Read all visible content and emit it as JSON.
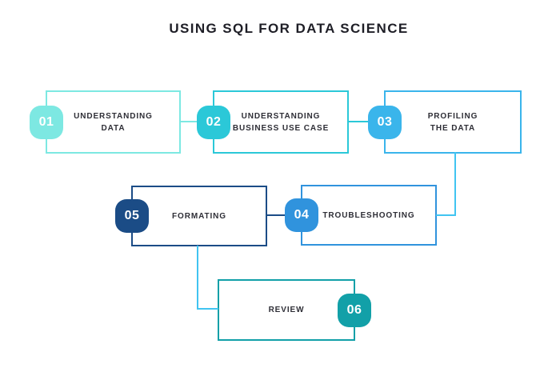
{
  "title": "USING SQL FOR DATA SCIENCE",
  "steps": [
    {
      "number": "01",
      "label": "UNDERSTANDING\nDATA",
      "color": "#7de8e2"
    },
    {
      "number": "02",
      "label": "UNDERSTANDING\nBUSINESS USE CASE",
      "color": "#2bc8d8"
    },
    {
      "number": "03",
      "label": "PROFILING\nTHE DATA",
      "color": "#3ab5eb"
    },
    {
      "number": "04",
      "label": "TROUBLESHOOTING",
      "color": "#3093dd"
    },
    {
      "number": "05",
      "label": "FORMATING",
      "color": "#1b4c86"
    },
    {
      "number": "06",
      "label": "REVIEW",
      "color": "#12a0a8"
    }
  ],
  "connectors": {
    "c12": "#7de8e2",
    "c23": "#2bc8d8",
    "c34": "#41c4f1",
    "c45": "#1b4c86",
    "c56": "#41c4f1"
  },
  "colors": {
    "background": "#ffffff",
    "title_text": "#1e1e26",
    "label_text": "#2e2e36",
    "badge_text": "#ffffff"
  }
}
